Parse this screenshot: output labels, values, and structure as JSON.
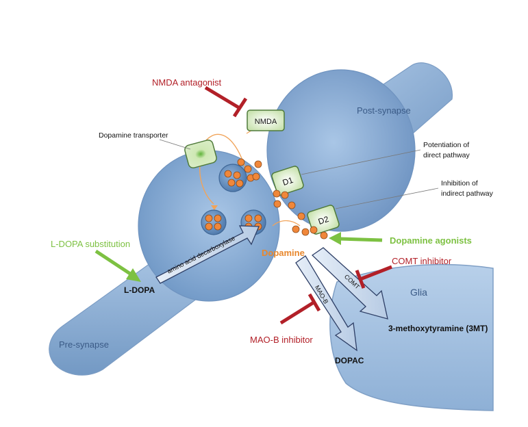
{
  "labels": {
    "nmda_antagonist": "NMDA antagonist",
    "post_synapse": "Post-synapse",
    "nmda_receptor": "NMDA",
    "dopamine_transporter": "Dopamine transporter",
    "potentiation_line1": "Potentiation of",
    "potentiation_line2": "direct pathway",
    "inhibition_line1": "Inhibition of",
    "inhibition_line2": "indirect pathway",
    "d1": "D1",
    "d2": "D2",
    "ldopa_substitution": "L-DOPA substitution",
    "dopamine_agonists": "Dopamine agonists",
    "dopamine": "Dopamine",
    "enzyme": "amino acid decarboxylase",
    "ldopa": "L-DOPA",
    "comt_inhibitor": "COMT inhibitor",
    "comt": "COMT",
    "maob": "MAO-B",
    "glia": "Glia",
    "product_3mt": "3-methoxytyramine (3MT)",
    "maob_inhibitor": "MAO-B inhibitor",
    "dopac": "DOPAC",
    "pre_synapse": "Pre-synapse"
  },
  "colors": {
    "neuron_blue": "#8fb2d9",
    "neuron_dark": "#6f93bf",
    "inhibitor_red": "#b22028",
    "agonist_green": "#7dc142",
    "dopamine_orange": "#e8872c",
    "receptor_green": "#d9ecc4"
  }
}
